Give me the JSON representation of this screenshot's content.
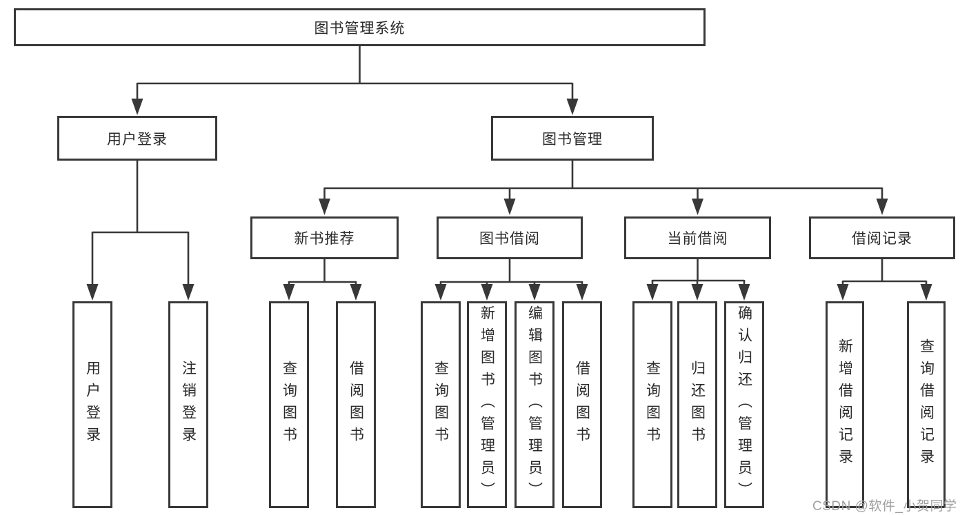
{
  "diagram": {
    "type": "tree",
    "root": {
      "label": "图书管理系统",
      "children": [
        {
          "label": "用户登录",
          "children": [
            {
              "label": "用户登录"
            },
            {
              "label": "注销登录"
            }
          ]
        },
        {
          "label": "图书管理",
          "children": [
            {
              "label": "新书推荐",
              "children": [
                {
                  "label": "查询图书"
                },
                {
                  "label": "借阅图书"
                }
              ]
            },
            {
              "label": "图书借阅",
              "children": [
                {
                  "label": "查询图书"
                },
                {
                  "label": "新增图书（管理员）"
                },
                {
                  "label": "编辑图书（管理员）"
                },
                {
                  "label": "借阅图书"
                }
              ]
            },
            {
              "label": "当前借阅",
              "children": [
                {
                  "label": "查询图书"
                },
                {
                  "label": "归还图书"
                },
                {
                  "label": "确认归还（管理员）"
                }
              ]
            },
            {
              "label": "借阅记录",
              "children": [
                {
                  "label": "新增借阅记录"
                },
                {
                  "label": "查询借阅记录"
                }
              ]
            }
          ]
        }
      ]
    }
  },
  "watermark": {
    "text": "CSDN @软件_小贺同学"
  },
  "colors": {
    "line": "#383838",
    "box_fill": "#ffffff",
    "text": "#2a2a2a",
    "watermark": "#a0a0a0",
    "bg": "#ffffff"
  }
}
